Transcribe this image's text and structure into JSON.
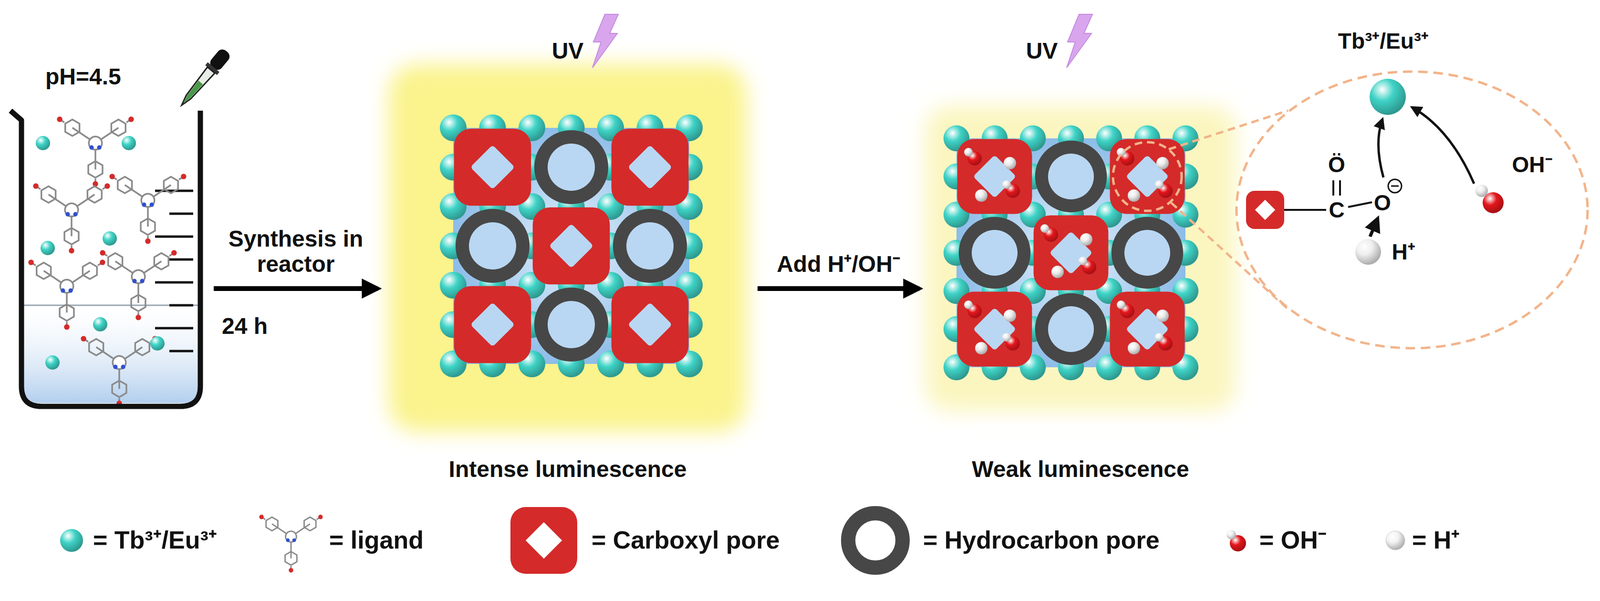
{
  "diagram": {
    "nodes": [
      {
        "text": [
          "pH=4.5"
        ]
      },
      {
        "text": [
          "Intense luminescence"
        ]
      },
      {
        "text": [
          "Weak luminescence"
        ]
      }
    ],
    "edges": [
      {
        "from": 0,
        "to": 1,
        "arrow": "to",
        "label": "Synthesis in reactor"
      },
      {
        "from": 1,
        "to": 2,
        "arrow": "to",
        "label": "Add H⁺/OH⁻"
      }
    ],
    "labels": [
      "UV",
      "UV",
      "24 h",
      "Tb³⁺/Eu³⁺",
      "Ö",
      "C",
      "O",
      "H⁺",
      "OH⁻"
    ],
    "legend": [
      {
        "text": "= Tb³⁺/Eu³⁺",
        "color": "#3fd3c6"
      },
      {
        "text": "= ligand"
      },
      {
        "text": "= Carboxyl pore",
        "color": "#d42a2a"
      },
      {
        "text": "= Hydrocarbon pore",
        "color": "#474747"
      },
      {
        "text": "= OH⁻",
        "color": "#e3161b"
      },
      {
        "text": "= H⁺",
        "color": "#f2f2f2"
      }
    ]
  }
}
